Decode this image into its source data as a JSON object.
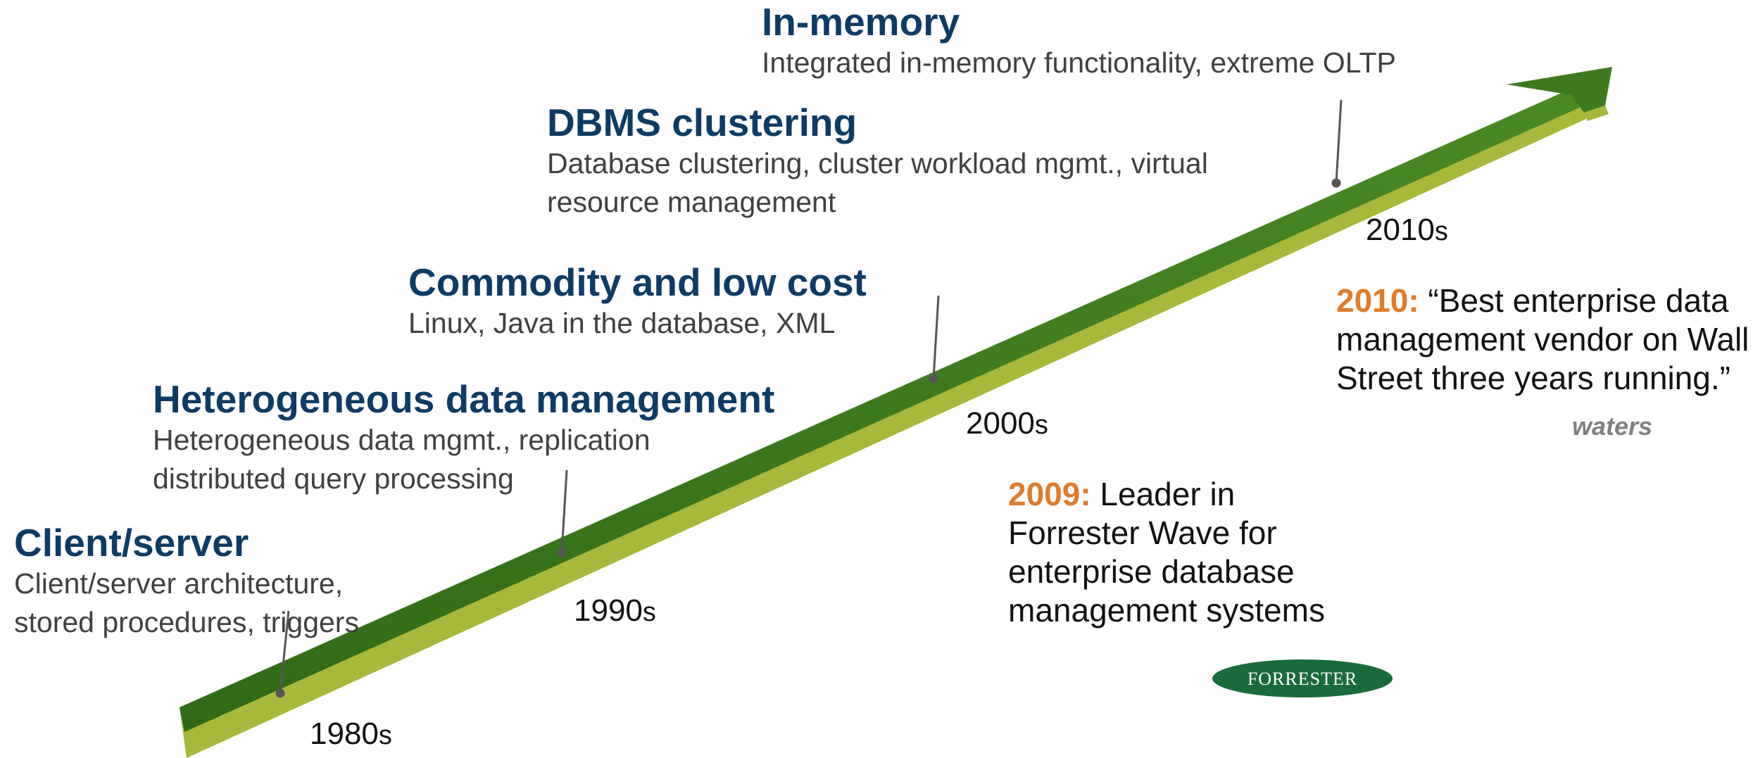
{
  "milestones": [
    {
      "title": "Client/server",
      "description": "Client/server architecture,\nstored procedures, triggers"
    },
    {
      "title": "Heterogeneous data management",
      "description": "Heterogeneous data mgmt., replication\ndistributed query processing"
    },
    {
      "title": "Commodity and low cost",
      "description": "Linux, Java in the database, XML"
    },
    {
      "title": "DBMS clustering",
      "description": "Database clustering, cluster workload mgmt., virtual\nresource management"
    },
    {
      "title": "In-memory",
      "description": "Integrated in-memory functionality, extreme OLTP"
    }
  ],
  "decades": [
    {
      "number": "1980",
      "suffix": "s"
    },
    {
      "number": "1990",
      "suffix": "s"
    },
    {
      "number": "2000",
      "suffix": "s"
    },
    {
      "number": "2010",
      "suffix": "s"
    }
  ],
  "awards": [
    {
      "year": "2009:",
      "text": " Leader in Forrester Wave for enterprise database management systems",
      "logo_text": "FORRESTER"
    },
    {
      "year": "2010:",
      "text": " “Best enterprise data management vendor on Wall Street three years running.”",
      "logo_text": "waters"
    }
  ],
  "colors": {
    "arrow": "#3d7a1f",
    "arrow_edge": "#a8b83a",
    "title": "#0d3b66",
    "year": "#e07a2c",
    "forrester": "#1a6b3a",
    "waters": "#7f7f7f"
  }
}
